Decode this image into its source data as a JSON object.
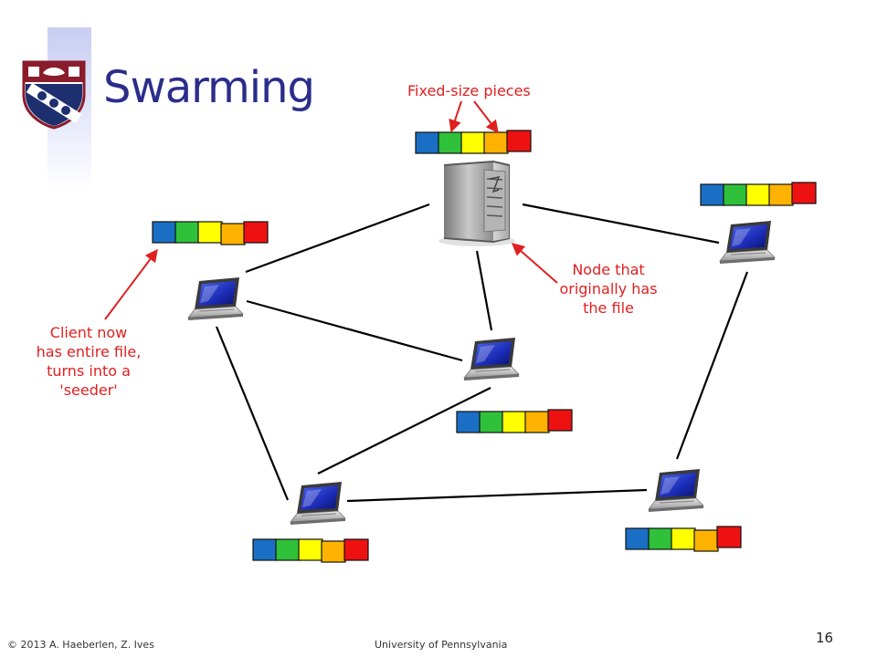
{
  "slide": {
    "title": "Swarming",
    "page_number": "16"
  },
  "labels": {
    "fixed_size_pieces": "Fixed-size pieces",
    "origin_node": "Node that\noriginally has\nthe file",
    "seeder_client": "Client now\nhas entire file,\nturns into a\n'seeder'"
  },
  "footer": {
    "copyright": "© 2013 A. Haeberlen, Z. Ives",
    "institution": "University of Pennsylvania"
  },
  "piece_colors": [
    "#1a6fc4",
    "#2fc13a",
    "#ffff00",
    "#ffb300",
    "#ee1111"
  ],
  "annotation_color": "#e02020",
  "title_color": "#2b2d8c"
}
